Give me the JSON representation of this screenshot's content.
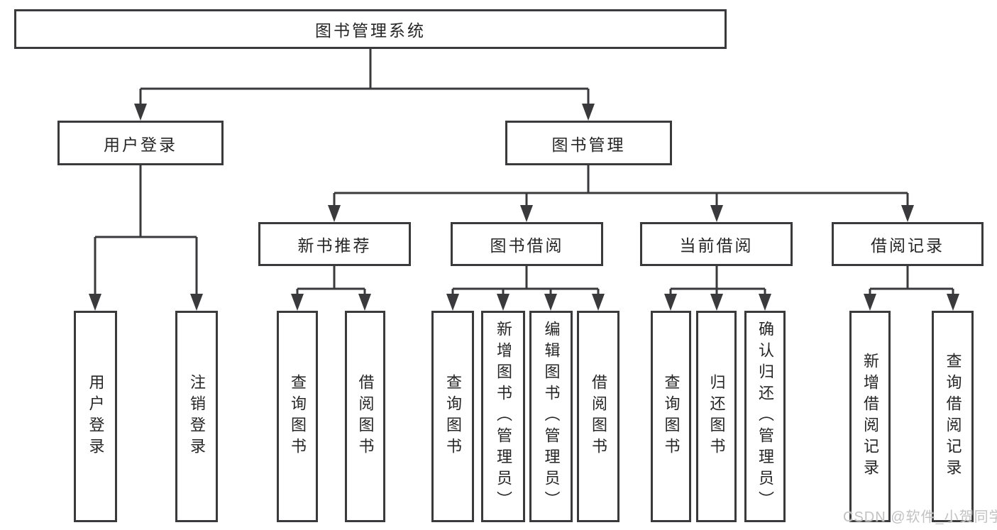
{
  "diagram_title": "图书管理系统",
  "watermark": "CSDN @软件_小贺同学",
  "colors": {
    "line": "#3a3a3c",
    "text": "#262626",
    "box_background": "#ffffff",
    "page_background": "#ffffff",
    "watermark": "#c2c2c2"
  },
  "nodes": {
    "root": {
      "label": "图书管理系统"
    },
    "level2": [
      {
        "label": "用户登录"
      },
      {
        "label": "图书管理"
      }
    ],
    "level3": [
      {
        "label": "新书推荐"
      },
      {
        "label": "图书借阅"
      },
      {
        "label": "当前借阅"
      },
      {
        "label": "借阅记录"
      }
    ],
    "leaves_user_login": [
      {
        "label": "用户登录"
      },
      {
        "label": "注销登录"
      }
    ],
    "leaves_new_book": [
      {
        "label": "查询图书"
      },
      {
        "label": "借阅图书"
      }
    ],
    "leaves_book_borrowing": [
      {
        "label": "查询图书"
      },
      {
        "label": "新增图书（管理员）"
      },
      {
        "label": "编辑图书（管理员）"
      },
      {
        "label": "借阅图书"
      }
    ],
    "leaves_current_borrowing": [
      {
        "label": "查询图书"
      },
      {
        "label": "归还图书"
      },
      {
        "label": "确认归还（管理员）"
      }
    ],
    "leaves_borrowing_records": [
      {
        "label": "新增借阅记录"
      },
      {
        "label": "查询借阅记录"
      }
    ]
  }
}
